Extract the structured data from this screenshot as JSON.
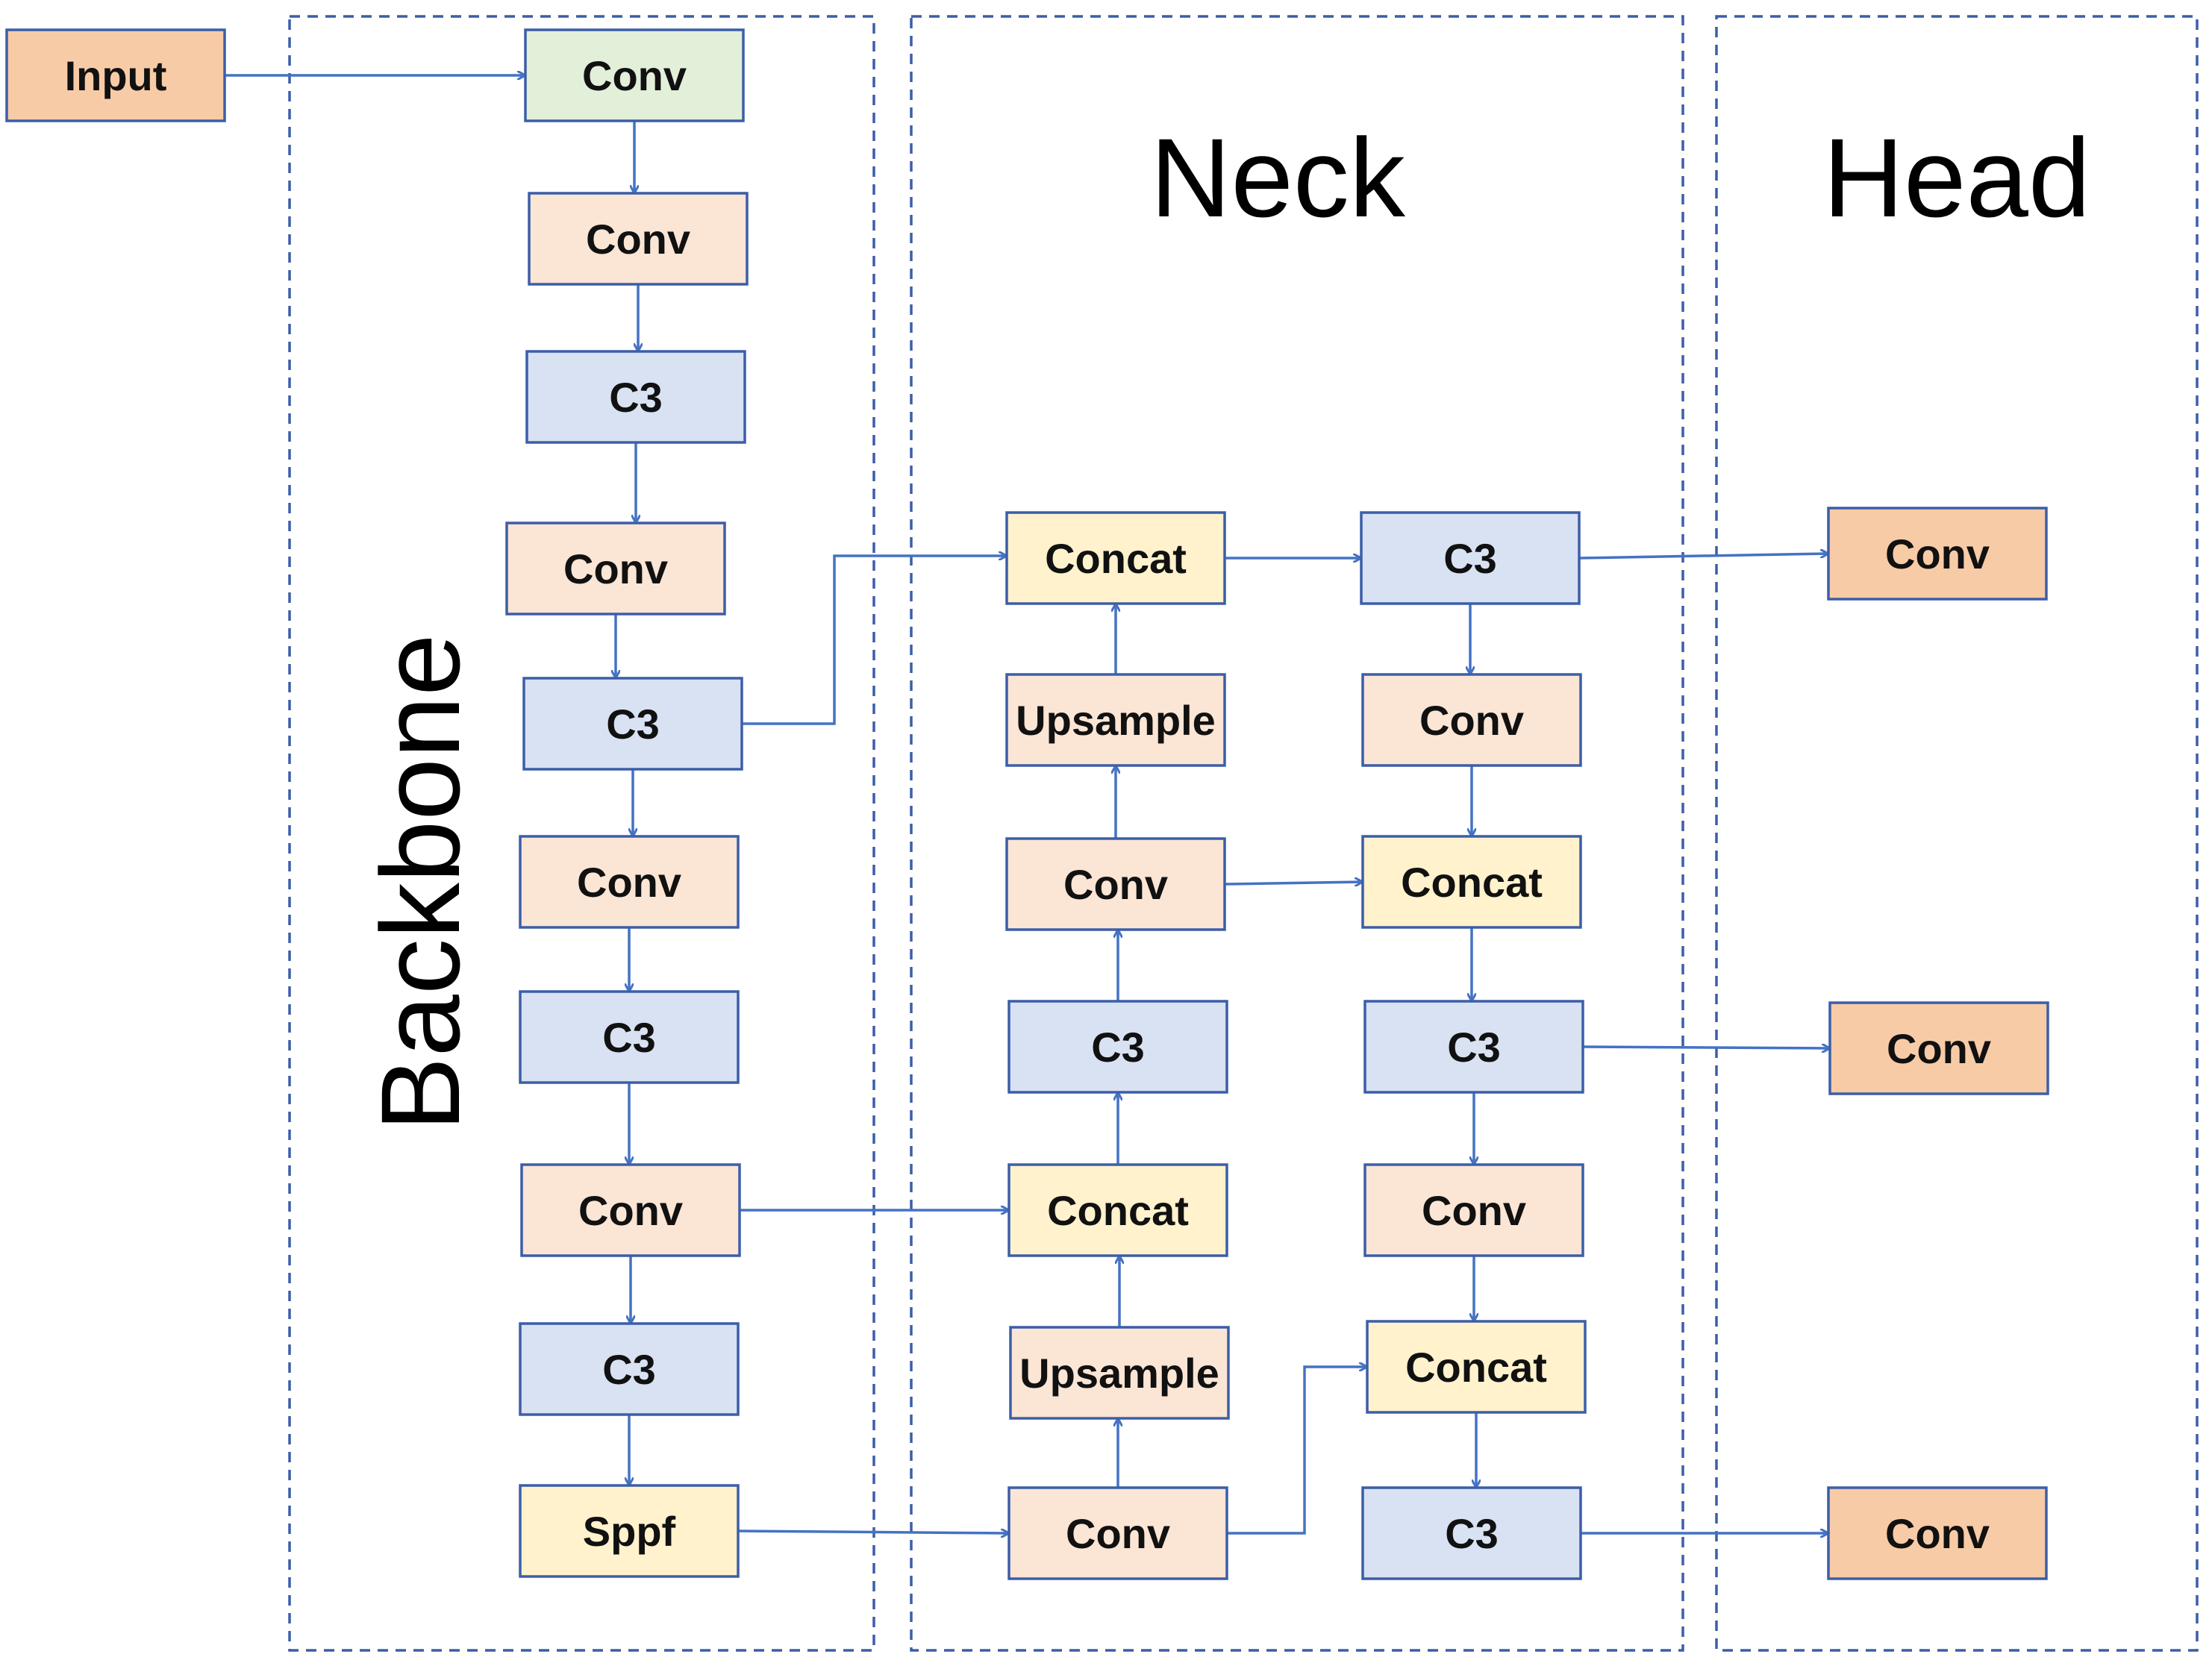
{
  "sections": [
    {
      "id": "backbone",
      "title": "Backbone"
    },
    {
      "id": "neck",
      "title": "Neck"
    },
    {
      "id": "head",
      "title": "Head"
    }
  ],
  "colors": {
    "input": "#f8cba7",
    "conv_first": "#e2efd9",
    "conv": "#fbe5d5",
    "c3": "#d9e2f3",
    "concat": "#fff2cc",
    "sppf": "#fff2cc",
    "upsample": "#fbe5d5",
    "head_conv": "#f8cba7",
    "border": "#3c5ea8",
    "edge": "#4472c4"
  },
  "nodes": [
    {
      "id": "input",
      "label": "Input",
      "kind": "input"
    },
    {
      "id": "b_conv1",
      "label": "Conv",
      "kind": "conv_first"
    },
    {
      "id": "b_conv2",
      "label": "Conv",
      "kind": "conv"
    },
    {
      "id": "b_c3_1",
      "label": "C3",
      "kind": "c3"
    },
    {
      "id": "b_conv3",
      "label": "Conv",
      "kind": "conv"
    },
    {
      "id": "b_c3_2",
      "label": "C3",
      "kind": "c3"
    },
    {
      "id": "b_conv4",
      "label": "Conv",
      "kind": "conv"
    },
    {
      "id": "b_c3_3",
      "label": "C3",
      "kind": "c3"
    },
    {
      "id": "b_conv5",
      "label": "Conv",
      "kind": "conv"
    },
    {
      "id": "b_c3_4",
      "label": "C3",
      "kind": "c3"
    },
    {
      "id": "b_sppf",
      "label": "Sppf",
      "kind": "sppf"
    },
    {
      "id": "n_concat1",
      "label": "Concat",
      "kind": "concat"
    },
    {
      "id": "n_up1",
      "label": "Upsample",
      "kind": "upsample"
    },
    {
      "id": "n_conv1",
      "label": "Conv",
      "kind": "conv"
    },
    {
      "id": "n_c3_1",
      "label": "C3",
      "kind": "c3"
    },
    {
      "id": "n_concat2",
      "label": "Concat",
      "kind": "concat"
    },
    {
      "id": "n_up2",
      "label": "Upsample",
      "kind": "upsample"
    },
    {
      "id": "n_conv2",
      "label": "Conv",
      "kind": "conv"
    },
    {
      "id": "n2_c3_1",
      "label": "C3",
      "kind": "c3"
    },
    {
      "id": "n2_conv1",
      "label": "Conv",
      "kind": "conv"
    },
    {
      "id": "n2_concat1",
      "label": "Concat",
      "kind": "concat"
    },
    {
      "id": "n2_c3_2",
      "label": "C3",
      "kind": "c3"
    },
    {
      "id": "n2_conv2",
      "label": "Conv",
      "kind": "conv"
    },
    {
      "id": "n2_concat2",
      "label": "Concat",
      "kind": "concat"
    },
    {
      "id": "n2_c3_3",
      "label": "C3",
      "kind": "c3"
    },
    {
      "id": "h_conv1",
      "label": "Conv",
      "kind": "head_conv"
    },
    {
      "id": "h_conv2",
      "label": "Conv",
      "kind": "head_conv"
    },
    {
      "id": "h_conv3",
      "label": "Conv",
      "kind": "head_conv"
    }
  ],
  "edges": [
    {
      "from": "input",
      "to": "b_conv1"
    },
    {
      "from": "b_conv1",
      "to": "b_conv2"
    },
    {
      "from": "b_conv2",
      "to": "b_c3_1"
    },
    {
      "from": "b_c3_1",
      "to": "b_conv3"
    },
    {
      "from": "b_conv3",
      "to": "b_c3_2"
    },
    {
      "from": "b_c3_2",
      "to": "b_conv4"
    },
    {
      "from": "b_conv4",
      "to": "b_c3_3"
    },
    {
      "from": "b_c3_3",
      "to": "b_conv5"
    },
    {
      "from": "b_conv5",
      "to": "b_c3_4"
    },
    {
      "from": "b_c3_4",
      "to": "b_sppf"
    },
    {
      "from": "b_c3_2",
      "to": "n_concat1"
    },
    {
      "from": "b_conv5",
      "to": "n_concat2"
    },
    {
      "from": "b_sppf",
      "to": "n_conv2"
    },
    {
      "from": "n_conv2",
      "to": "n_up2"
    },
    {
      "from": "n_up2",
      "to": "n_concat2"
    },
    {
      "from": "n_concat2",
      "to": "n_c3_1"
    },
    {
      "from": "n_c3_1",
      "to": "n_conv1"
    },
    {
      "from": "n_conv1",
      "to": "n_up1"
    },
    {
      "from": "n_up1",
      "to": "n_concat1"
    },
    {
      "from": "n_concat1",
      "to": "n2_c3_1"
    },
    {
      "from": "n2_c3_1",
      "to": "n2_conv1"
    },
    {
      "from": "n2_conv1",
      "to": "n2_concat1"
    },
    {
      "from": "n_conv1",
      "to": "n2_concat1"
    },
    {
      "from": "n2_concat1",
      "to": "n2_c3_2"
    },
    {
      "from": "n2_c3_2",
      "to": "n2_conv2"
    },
    {
      "from": "n2_conv2",
      "to": "n2_concat2"
    },
    {
      "from": "n_conv2",
      "to": "n2_concat2"
    },
    {
      "from": "n2_concat2",
      "to": "n2_c3_3"
    },
    {
      "from": "n2_c3_1",
      "to": "h_conv1"
    },
    {
      "from": "n2_c3_2",
      "to": "h_conv2"
    },
    {
      "from": "n2_c3_3",
      "to": "h_conv3"
    }
  ]
}
